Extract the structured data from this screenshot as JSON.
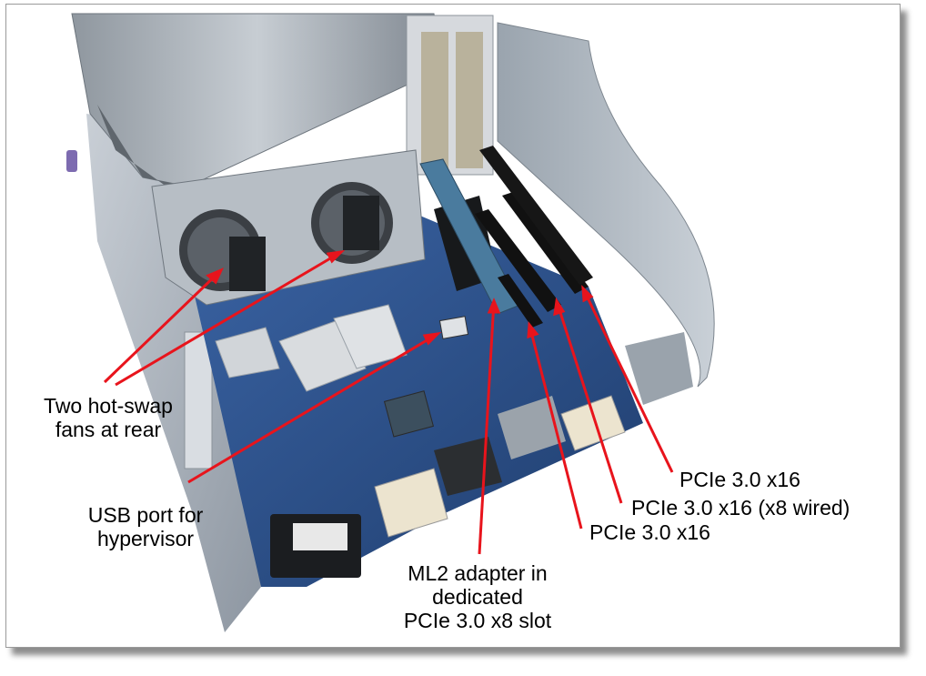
{
  "callouts": {
    "fans": {
      "line1": "Two hot-swap",
      "line2": "fans at rear"
    },
    "usb": {
      "line1": "USB port for",
      "line2": "hypervisor"
    },
    "ml2": {
      "line1": "ML2 adapter in",
      "line2": "dedicated",
      "line3": "PCIe 3.0 x8 slot"
    },
    "slot1": {
      "label": "PCIe 3.0 x16"
    },
    "slot2": {
      "label": "PCIe 3.0 x16 (x8 wired)"
    },
    "slot3": {
      "label": "PCIe 3.0 x16"
    }
  },
  "colors": {
    "arrow": "#e8141c",
    "board": "#2b4f86",
    "chassis": "#9ea7b2"
  }
}
